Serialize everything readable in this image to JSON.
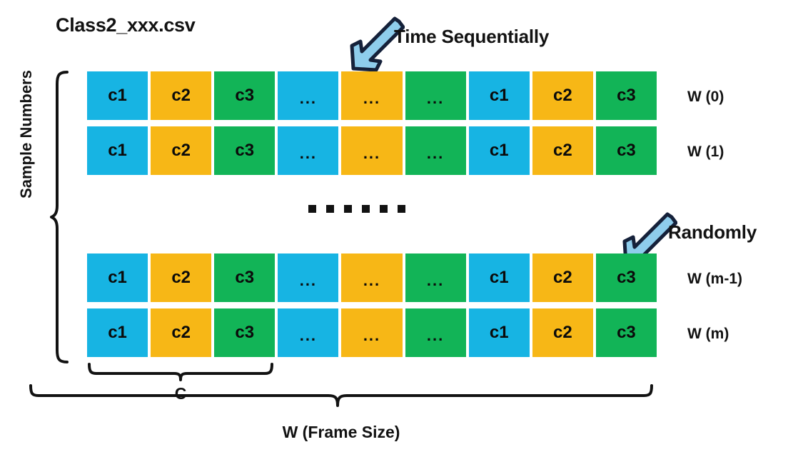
{
  "title": "Class2_xxx.csv",
  "annotations": {
    "time_sequentially": "Time Sequentially",
    "randomly": "Randomly"
  },
  "colors": {
    "blue": "#17b4e3",
    "orange": "#f7b716",
    "green": "#12b457",
    "arrow_fill": "#8ecdec",
    "arrow_stroke": "#15213a",
    "text": "#121212"
  },
  "grid": {
    "column_pattern": [
      "blue",
      "orange",
      "green",
      "blue",
      "orange",
      "green",
      "blue",
      "orange",
      "green"
    ],
    "rows": [
      {
        "label": "W (0)",
        "cells": [
          "c1",
          "c2",
          "c3",
          "...",
          "...",
          "...",
          "c1",
          "c2",
          "c3"
        ]
      },
      {
        "label": "W (1)",
        "cells": [
          "c1",
          "c2",
          "c3",
          "...",
          "...",
          "...",
          "c1",
          "c2",
          "c3"
        ]
      },
      {
        "label": "W (m-1)",
        "cells": [
          "c1",
          "c2",
          "c3",
          "...",
          "...",
          "...",
          "c1",
          "c2",
          "c3"
        ]
      },
      {
        "label": "W (m)",
        "cells": [
          "c1",
          "c2",
          "c3",
          "...",
          "...",
          "...",
          "c1",
          "c2",
          "c3"
        ]
      }
    ],
    "row_gap_dots": 6
  },
  "braces": {
    "left_label": "Sample Numbers",
    "bottom_small_label": "C",
    "bottom_large_label": "W (Frame Size)"
  }
}
